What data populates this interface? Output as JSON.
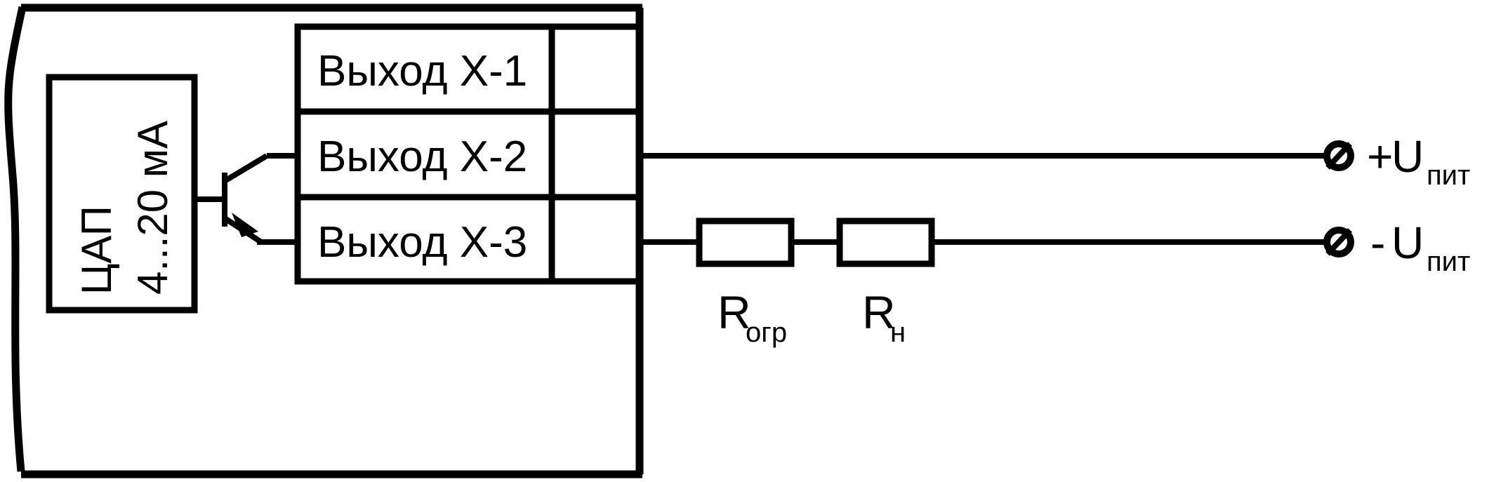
{
  "diagram": {
    "title": "Schematic: current output (DAC 4...20 mA) connection with load",
    "stroke_color": "#000000",
    "background_color": "#ffffff",
    "device": {
      "name": "device-enclosure",
      "description": "partial device body outline with wavy left break line"
    },
    "dac_block": {
      "name": "dac-block",
      "line1": "ЦАП",
      "line2": "4...20 мА",
      "orientation": "vertical-rotated"
    },
    "transistor": {
      "name": "npn-transistor",
      "type": "npn"
    },
    "terminal_block": {
      "name": "terminal-block",
      "rows": [
        {
          "label": "Выход X-1",
          "connected": false
        },
        {
          "label": "Выход X-2",
          "connected": true
        },
        {
          "label": "Выход X-3",
          "connected": true
        }
      ]
    },
    "external_circuit": {
      "resistors": [
        {
          "name": "resistor-rogr",
          "base": "R",
          "subscript": "огр"
        },
        {
          "name": "resistor-rn",
          "base": "R",
          "subscript": "н"
        }
      ],
      "supply_terminals": [
        {
          "name": "terminal-plus-upit",
          "sign": "+",
          "base": "U",
          "subscript": "пит",
          "symbol": "circle-slash"
        },
        {
          "name": "terminal-minus-upit",
          "sign": "-",
          "base": "U",
          "subscript": "пит",
          "symbol": "circle-slash"
        }
      ]
    }
  }
}
